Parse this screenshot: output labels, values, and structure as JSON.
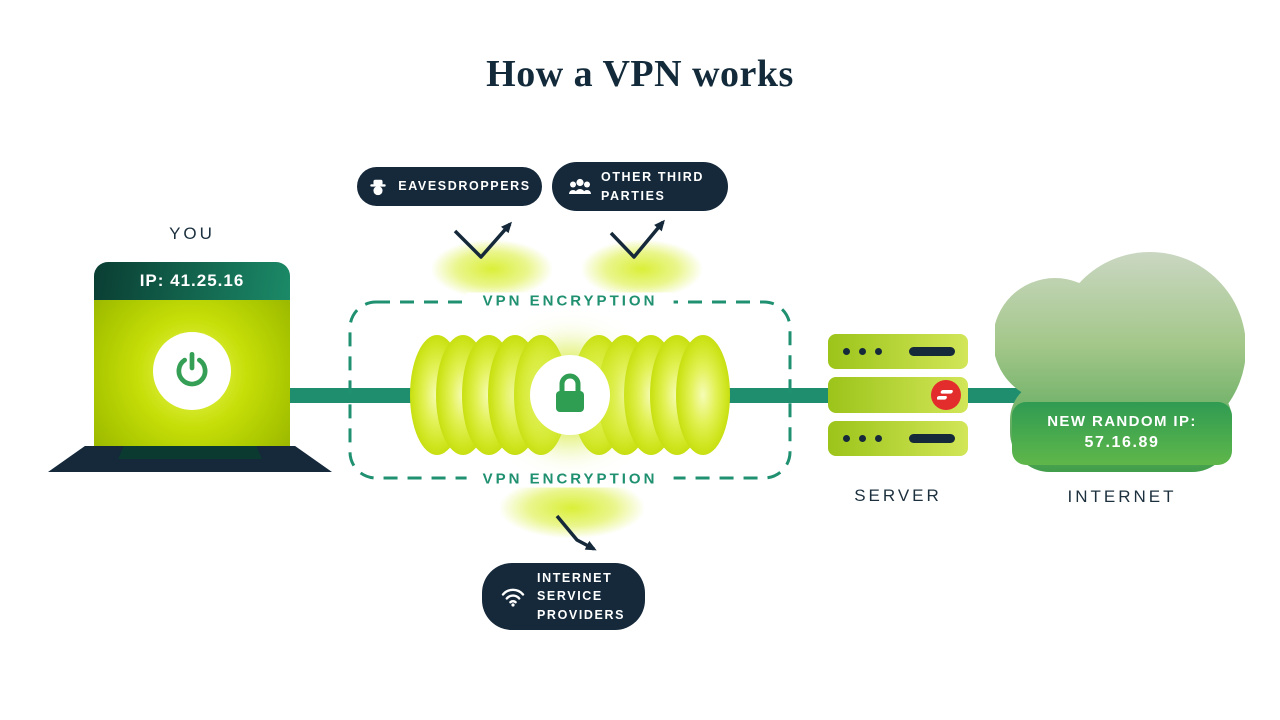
{
  "title": "How a VPN works",
  "you": {
    "label": "YOU",
    "ip_badge": "IP: 41.25.16"
  },
  "tunnel": {
    "top_label": "VPN ENCRYPTION",
    "bottom_label": "VPN ENCRYPTION"
  },
  "badges": {
    "eavesdroppers": "EAVESDROPPERS",
    "third_parties": [
      "OTHER THIRD",
      "PARTIES"
    ],
    "isp": [
      "INTERNET",
      "SERVICE",
      "PROVIDERS"
    ]
  },
  "server": {
    "label": "SERVER"
  },
  "internet": {
    "label": "INTERNET",
    "new_ip_label": "NEW RANDOM IP:",
    "new_ip_value": "57.16.89"
  },
  "colors": {
    "navy": "#15293b",
    "teal": "#1f8e6e",
    "lime": "#c3dc00",
    "green": "#35a055",
    "logo_red": "#e32d2d"
  }
}
